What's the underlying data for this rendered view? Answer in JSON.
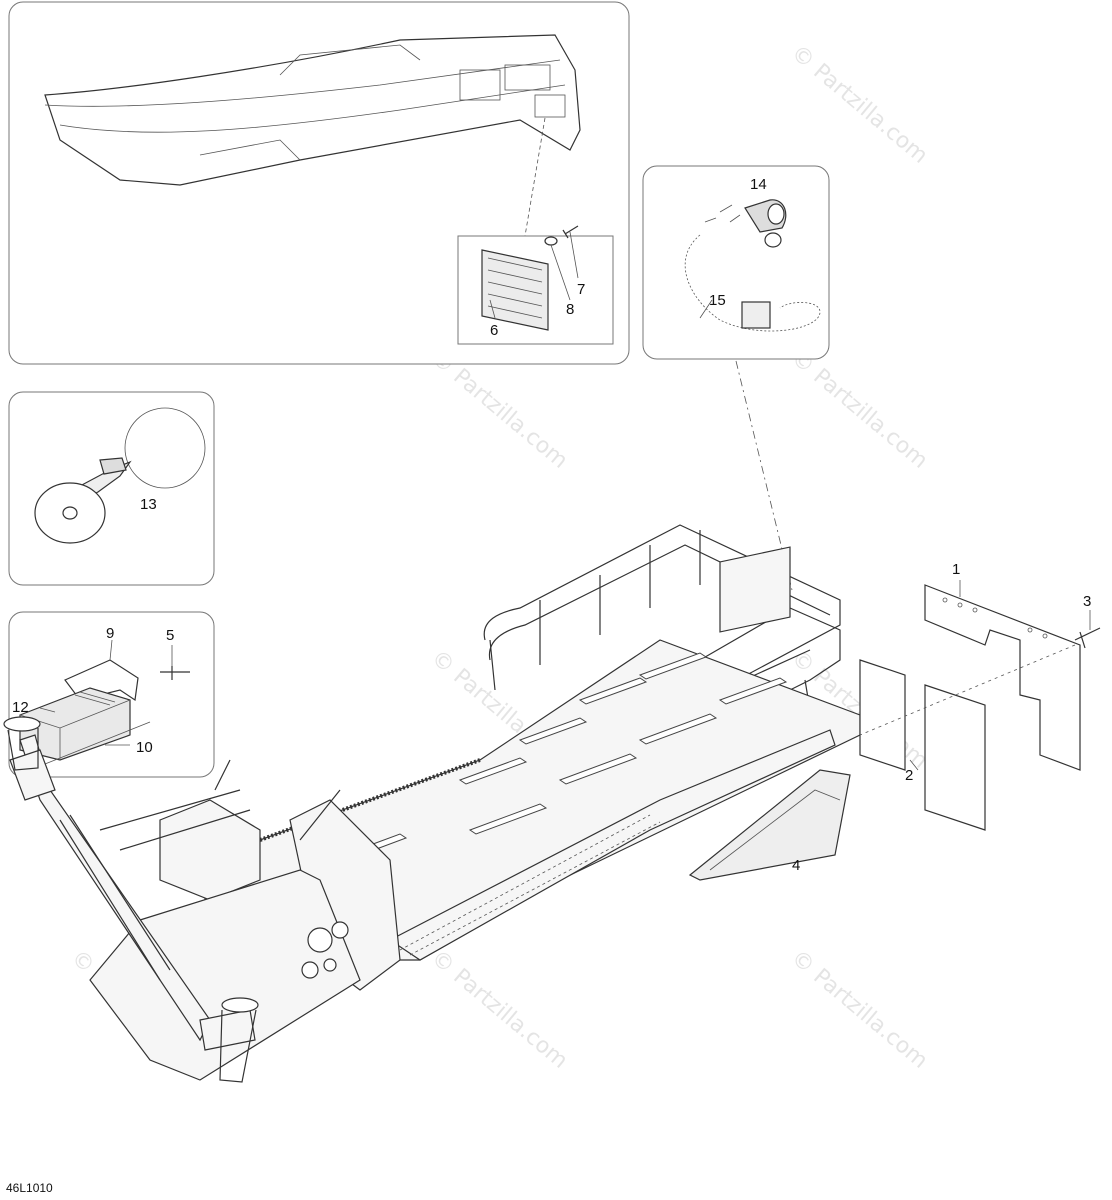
{
  "diagram_code": "46L1010",
  "watermark_text": "© Partzilla.com",
  "callouts": {
    "n1": "1",
    "n2": "2",
    "n3": "3",
    "n4": "4",
    "n5": "5",
    "n6": "6",
    "n7": "7",
    "n8": "8",
    "n9": "9",
    "n10": "10",
    "n12": "12",
    "n13": "13",
    "n14": "14",
    "n15": "15"
  }
}
